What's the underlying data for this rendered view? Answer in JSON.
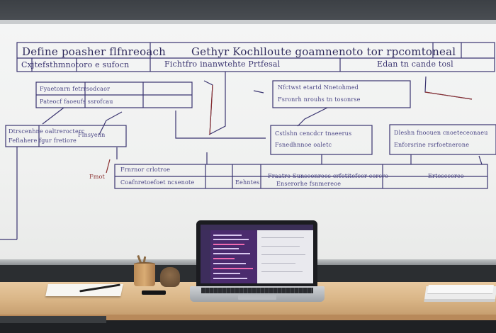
{
  "board": {
    "title_left": "Define poasher flfnreoach",
    "title_right": "Gethyr Kochlloute goamnenoto tor rpcomtoneal",
    "subtitle_left": "Cxjtefsthmnotoro e sufocn",
    "subtitle_mid": "Fichtfro inanwtehte Prtfesal",
    "subtitle_right": "Edan tn cande tosl",
    "box_a": "Fyaetonrn fetrrsodcaor",
    "box_a2": "Pateocf faoeufs ssrofcau",
    "box_b": "Nfctwst etartd Nnetohmed",
    "box_b2": "Fsronrh nrouhs tn tosonrse",
    "box_c": "Dtrscenhne oaltrerocterc",
    "box_c2": "Fefiahere fgur fretiore",
    "box_d": "Cstlshn cencdcr tnaeerus",
    "box_d2": "Fsnedhnnoe oaletc",
    "box_e": "Dleshn fnoouen cnoeteceonaeu",
    "box_e2": "Enforsrine rsrfoetnerone",
    "row_1": "Frnrnor crlotroe",
    "row_1b": "Coafnretoefoet ncsenote",
    "row_2": "Eehntes",
    "row_3": "Fraatro Sunseonrees crfotitefcer cercre",
    "row_3b": "Enserorhe fsnmereoe",
    "row_4": "Ertesccerco",
    "side_note": "Fmot",
    "left_note": "Flnsyenn"
  },
  "desk": {
    "items": [
      "laptop",
      "notebook",
      "pen",
      "phone",
      "mug",
      "plant",
      "book"
    ]
  }
}
